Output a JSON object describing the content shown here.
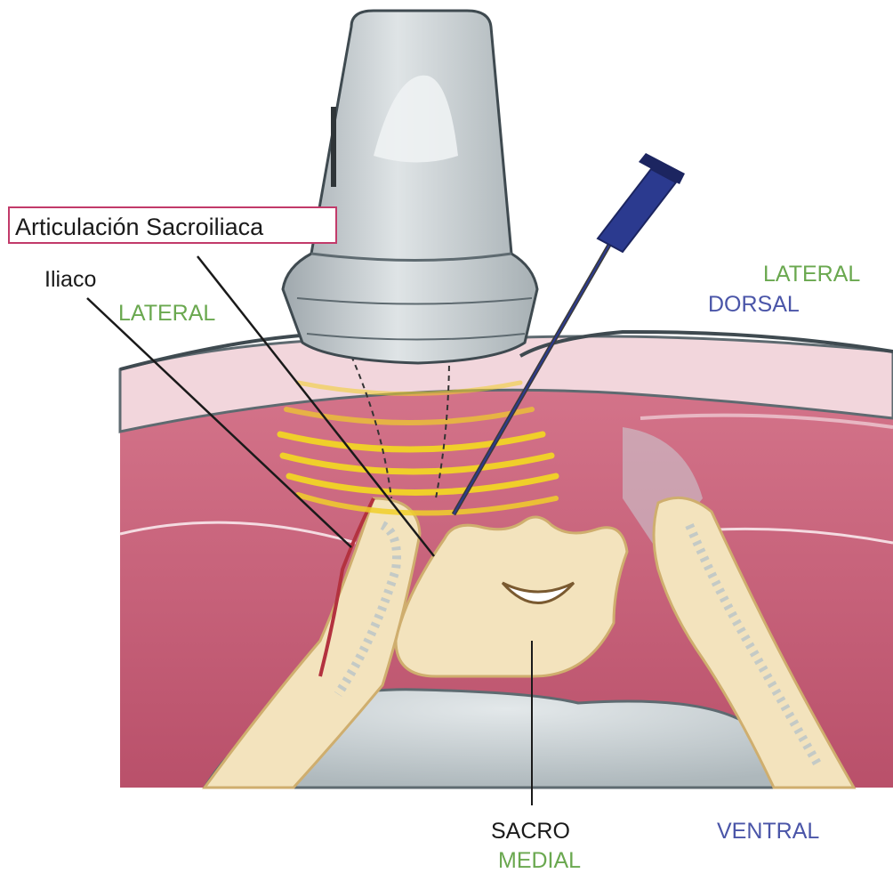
{
  "labels": {
    "joint": "Articulación Sacroiliaca",
    "ilium": "Iliaco",
    "lateral_left": "LATERAL",
    "lateral_right": "LATERAL",
    "dorsal": "DORSAL",
    "sacrum": "SACRO",
    "medial": "MEDIAL",
    "ventral": "VENTRAL"
  },
  "colors": {
    "lateral": "#6aa84f",
    "medial": "#6aa84f",
    "dorsal": "#4a55a8",
    "ventral": "#4a55a8",
    "label_text": "#1a1a1a",
    "joint_box_border": "#c23a6a",
    "muscle": "#c9607a",
    "skin": "#f2d6dc",
    "bone": "#f3e3bd",
    "ultrasound_waves": "#f0cf2a",
    "probe": "#c9d0d3",
    "needle_hub": "#2b3a8f"
  }
}
